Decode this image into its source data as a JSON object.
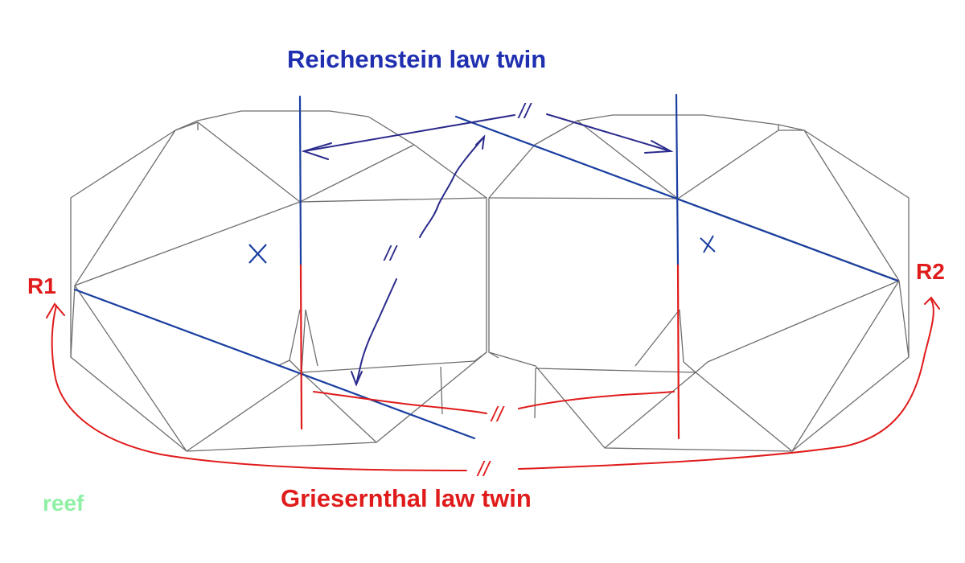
{
  "labels": {
    "reichenstein": "Reichenstein law twin",
    "griesernthal": "Griesernthal law twin",
    "r1": "R1",
    "r2": "R2",
    "watermark": "reef"
  },
  "parallel_marks": [
    "//",
    "//",
    "//",
    "//"
  ],
  "colors": {
    "reichenstein": "#1f2fb0",
    "griesernthal": "#e01b1b",
    "crystal_edges": "#6e6e6e",
    "watermark": "#8ff0a4",
    "annotation_blue": "#2a2a8c",
    "twin_axis_blue": "#1a3fa0"
  },
  "icons": {
    "center_mark": "x-mark-icon",
    "arrow": "arrowhead-icon"
  }
}
